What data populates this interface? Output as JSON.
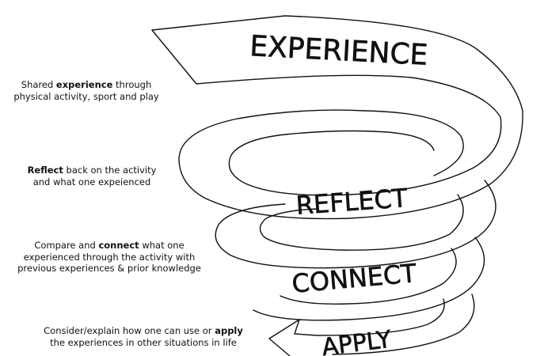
{
  "spiral": {
    "stages": [
      {
        "label": "EXPERIENCE"
      },
      {
        "label": "REFLECT"
      },
      {
        "label": "CONNECT"
      },
      {
        "label": "APPLY"
      }
    ]
  },
  "descriptions": [
    {
      "pre": "Shared ",
      "bold": "experience",
      "post": " through",
      "line2": "physical activity, sport and play"
    },
    {
      "pre": "",
      "bold": "Reflect",
      "post": " back on the activity",
      "line2": "and what one expeienced"
    },
    {
      "pre": "Compare and ",
      "bold": "connect",
      "post": " what one",
      "line2": "experienced through the activity with",
      "line3": "previous experiences & prior knowledge"
    },
    {
      "pre": "Consider/explain how one can use or ",
      "bold": "apply",
      "post": "",
      "line2": "the experiences in other situations in life"
    }
  ]
}
